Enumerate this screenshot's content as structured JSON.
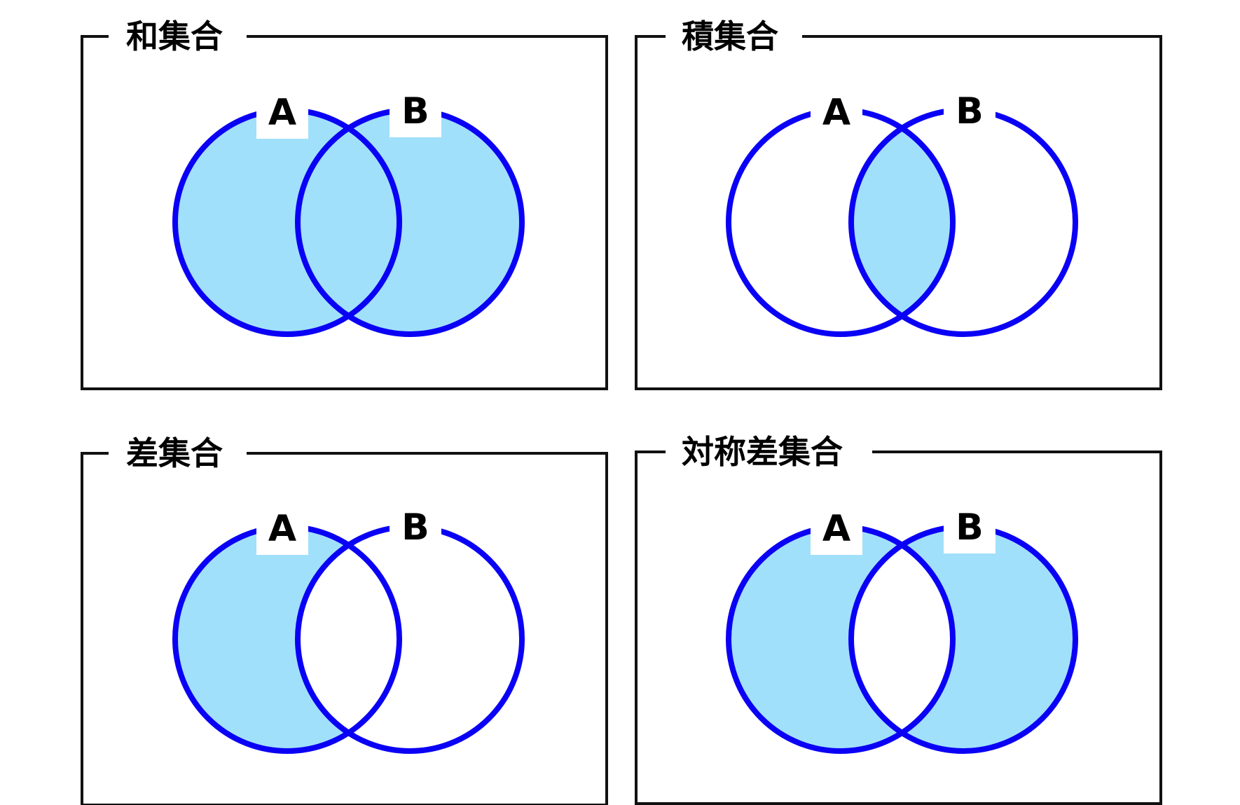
{
  "panels": [
    {
      "title": "和集合",
      "label_a": "A",
      "label_b": "B",
      "shade": "union"
    },
    {
      "title": "積集合",
      "label_a": "A",
      "label_b": "B",
      "shade": "intersection"
    },
    {
      "title": "差集合",
      "label_a": "A",
      "label_b": "B",
      "shade": "difference"
    },
    {
      "title": "対称差集合",
      "label_a": "A",
      "label_b": "B",
      "shade": "symmetric-difference"
    }
  ],
  "colors": {
    "stroke": "#0a00f5",
    "fill": "#a1e0fa",
    "frame": "#111111"
  }
}
